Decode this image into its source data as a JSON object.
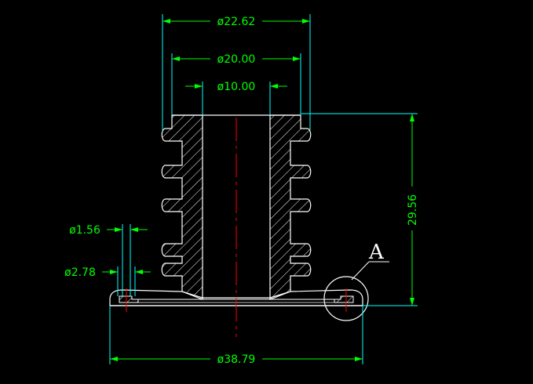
{
  "dimensions": {
    "outer_top_dia": "ø22.62",
    "inner_top_dia": "ø20.00",
    "bore_dia": "ø10.00",
    "small_hole_dia": "ø1.56",
    "counterbore_dia": "ø2.78",
    "base_dia": "ø38.79",
    "height": "29.56"
  },
  "detail_label": "A",
  "colors": {
    "background": "#000000",
    "outline": "#ffffff",
    "dimension_line": "#00ffff",
    "dimension_text": "#00ff00",
    "centerline": "#ff0000"
  }
}
